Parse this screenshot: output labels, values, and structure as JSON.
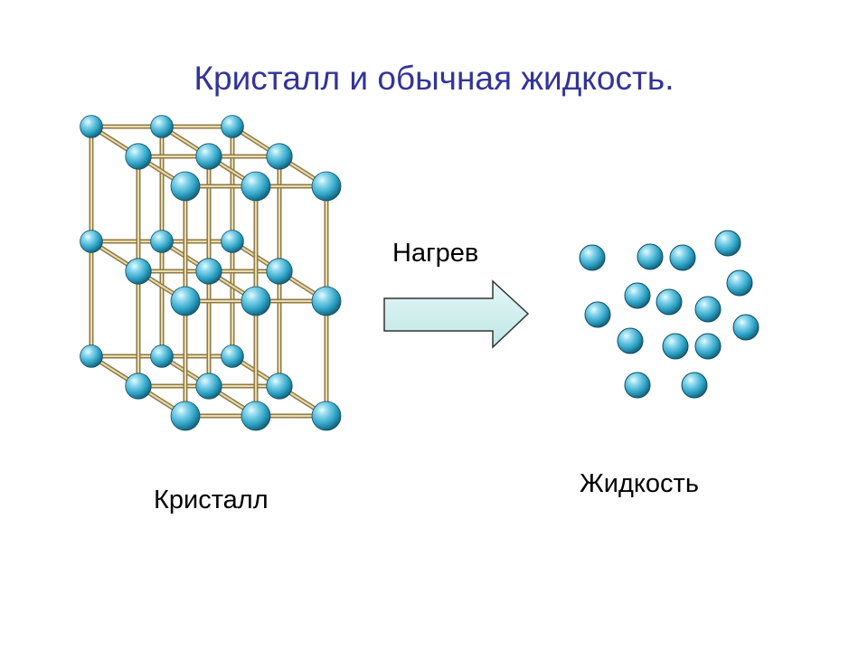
{
  "title": "Кристалл и обычная жидкость.",
  "labels": {
    "heat": "Нагрев",
    "crystal": "Кристалл",
    "liquid": "Жидкость"
  },
  "colors": {
    "title": "#333399",
    "rod": "#c8b27a",
    "rod_dark": "#8f7a45",
    "atom_light": "#b9ecf7",
    "atom_mid": "#3fb3d4",
    "atom_dark": "#145f78",
    "arrow_fill": "#cfeeed",
    "arrow_stroke": "#333333"
  },
  "icons": {
    "crystal": "crystal-lattice-icon",
    "arrow": "right-arrow-icon",
    "liquid": "liquid-particles-icon"
  }
}
